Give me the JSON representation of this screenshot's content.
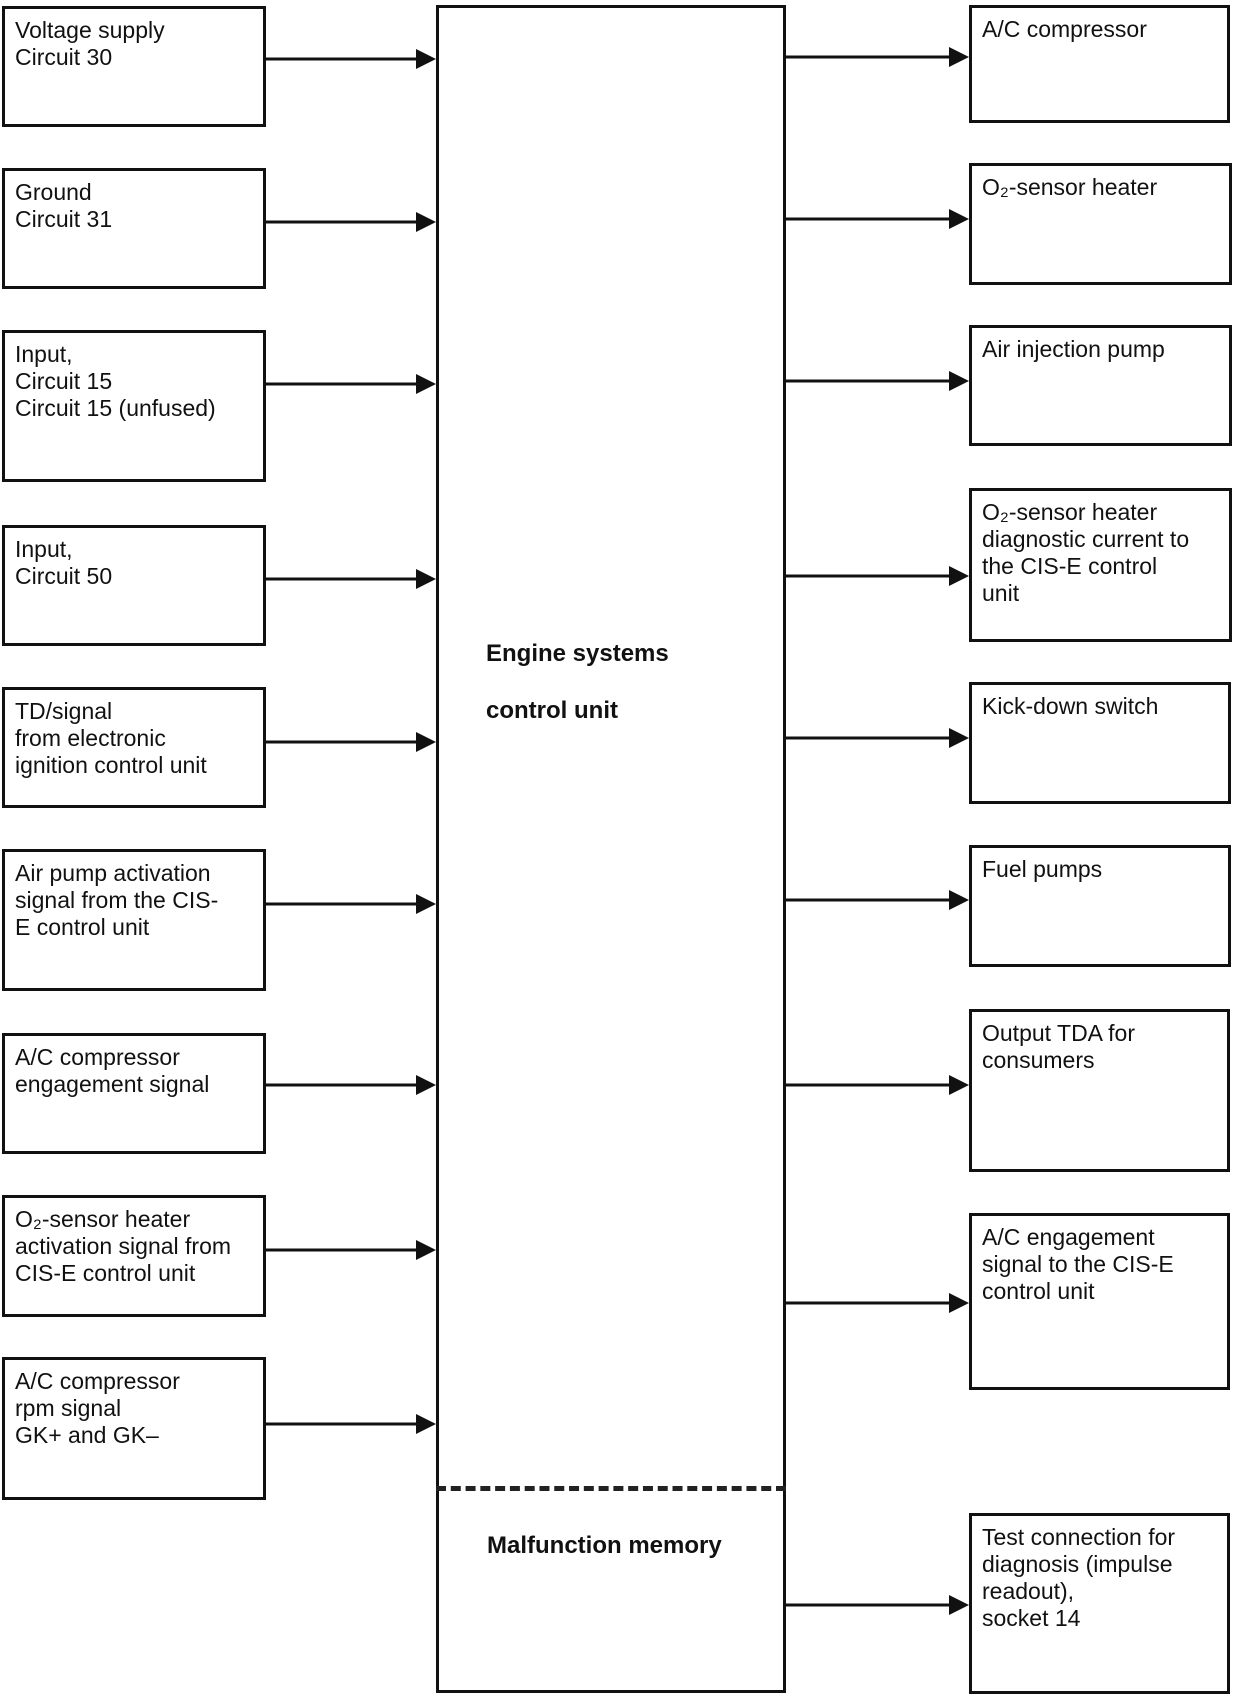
{
  "center_unit": {
    "label_line1": "Engine systems",
    "label_line2": "control unit",
    "memory_label": "Malfunction memory"
  },
  "inputs": [
    {
      "lines": [
        "Voltage supply",
        "Circuit 30"
      ]
    },
    {
      "lines": [
        "Ground",
        "Circuit 31"
      ]
    },
    {
      "lines": [
        "Input,",
        "Circuit 15",
        "Circuit 15 (unfused)"
      ]
    },
    {
      "lines": [
        "Input,",
        "Circuit 50"
      ]
    },
    {
      "lines": [
        "TD/signal",
        "from electronic",
        "ignition control unit"
      ]
    },
    {
      "lines": [
        "Air pump activation",
        "signal from the CIS-",
        "E control unit"
      ]
    },
    {
      "lines": [
        "A/C compressor",
        "engagement signal"
      ]
    },
    {
      "lines": [
        "O₂-sensor heater",
        "activation signal from",
        "CIS-E control unit"
      ]
    },
    {
      "lines": [
        "A/C compressor",
        "rpm signal",
        "GK+ and GK–"
      ]
    }
  ],
  "outputs": [
    {
      "lines": [
        "A/C compressor"
      ]
    },
    {
      "lines": [
        "O₂-sensor heater"
      ]
    },
    {
      "lines": [
        "Air injection pump"
      ]
    },
    {
      "lines": [
        "O₂-sensor heater",
        "diagnostic current to",
        "the CIS-E control",
        "unit"
      ]
    },
    {
      "lines": [
        "Kick-down switch"
      ]
    },
    {
      "lines": [
        "Fuel pumps"
      ]
    },
    {
      "lines": [
        "Output TDA for",
        "consumers"
      ]
    },
    {
      "lines": [
        "A/C engagement",
        "signal to the CIS-E",
        "control unit"
      ]
    },
    {
      "lines": [
        "Test connection for",
        "diagnosis (impulse",
        "readout),",
        "socket 14"
      ]
    }
  ]
}
